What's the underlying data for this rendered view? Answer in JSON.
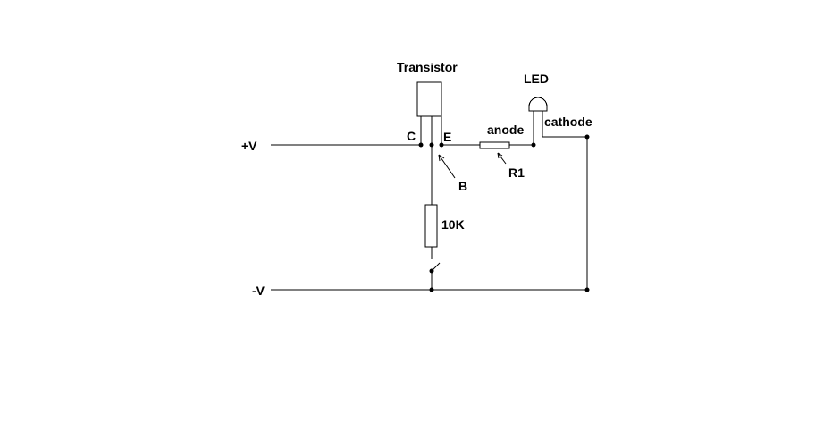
{
  "labels": {
    "transistor": "Transistor",
    "led": "LED",
    "collector": "C",
    "emitter": "E",
    "base": "B",
    "anode": "anode",
    "cathode": "cathode",
    "resistor_r1": "R1",
    "resistor_10k": "10K",
    "positive_supply": "+V",
    "negative_supply": "-V"
  },
  "colors": {
    "line": "#000000",
    "background": "#ffffff"
  }
}
